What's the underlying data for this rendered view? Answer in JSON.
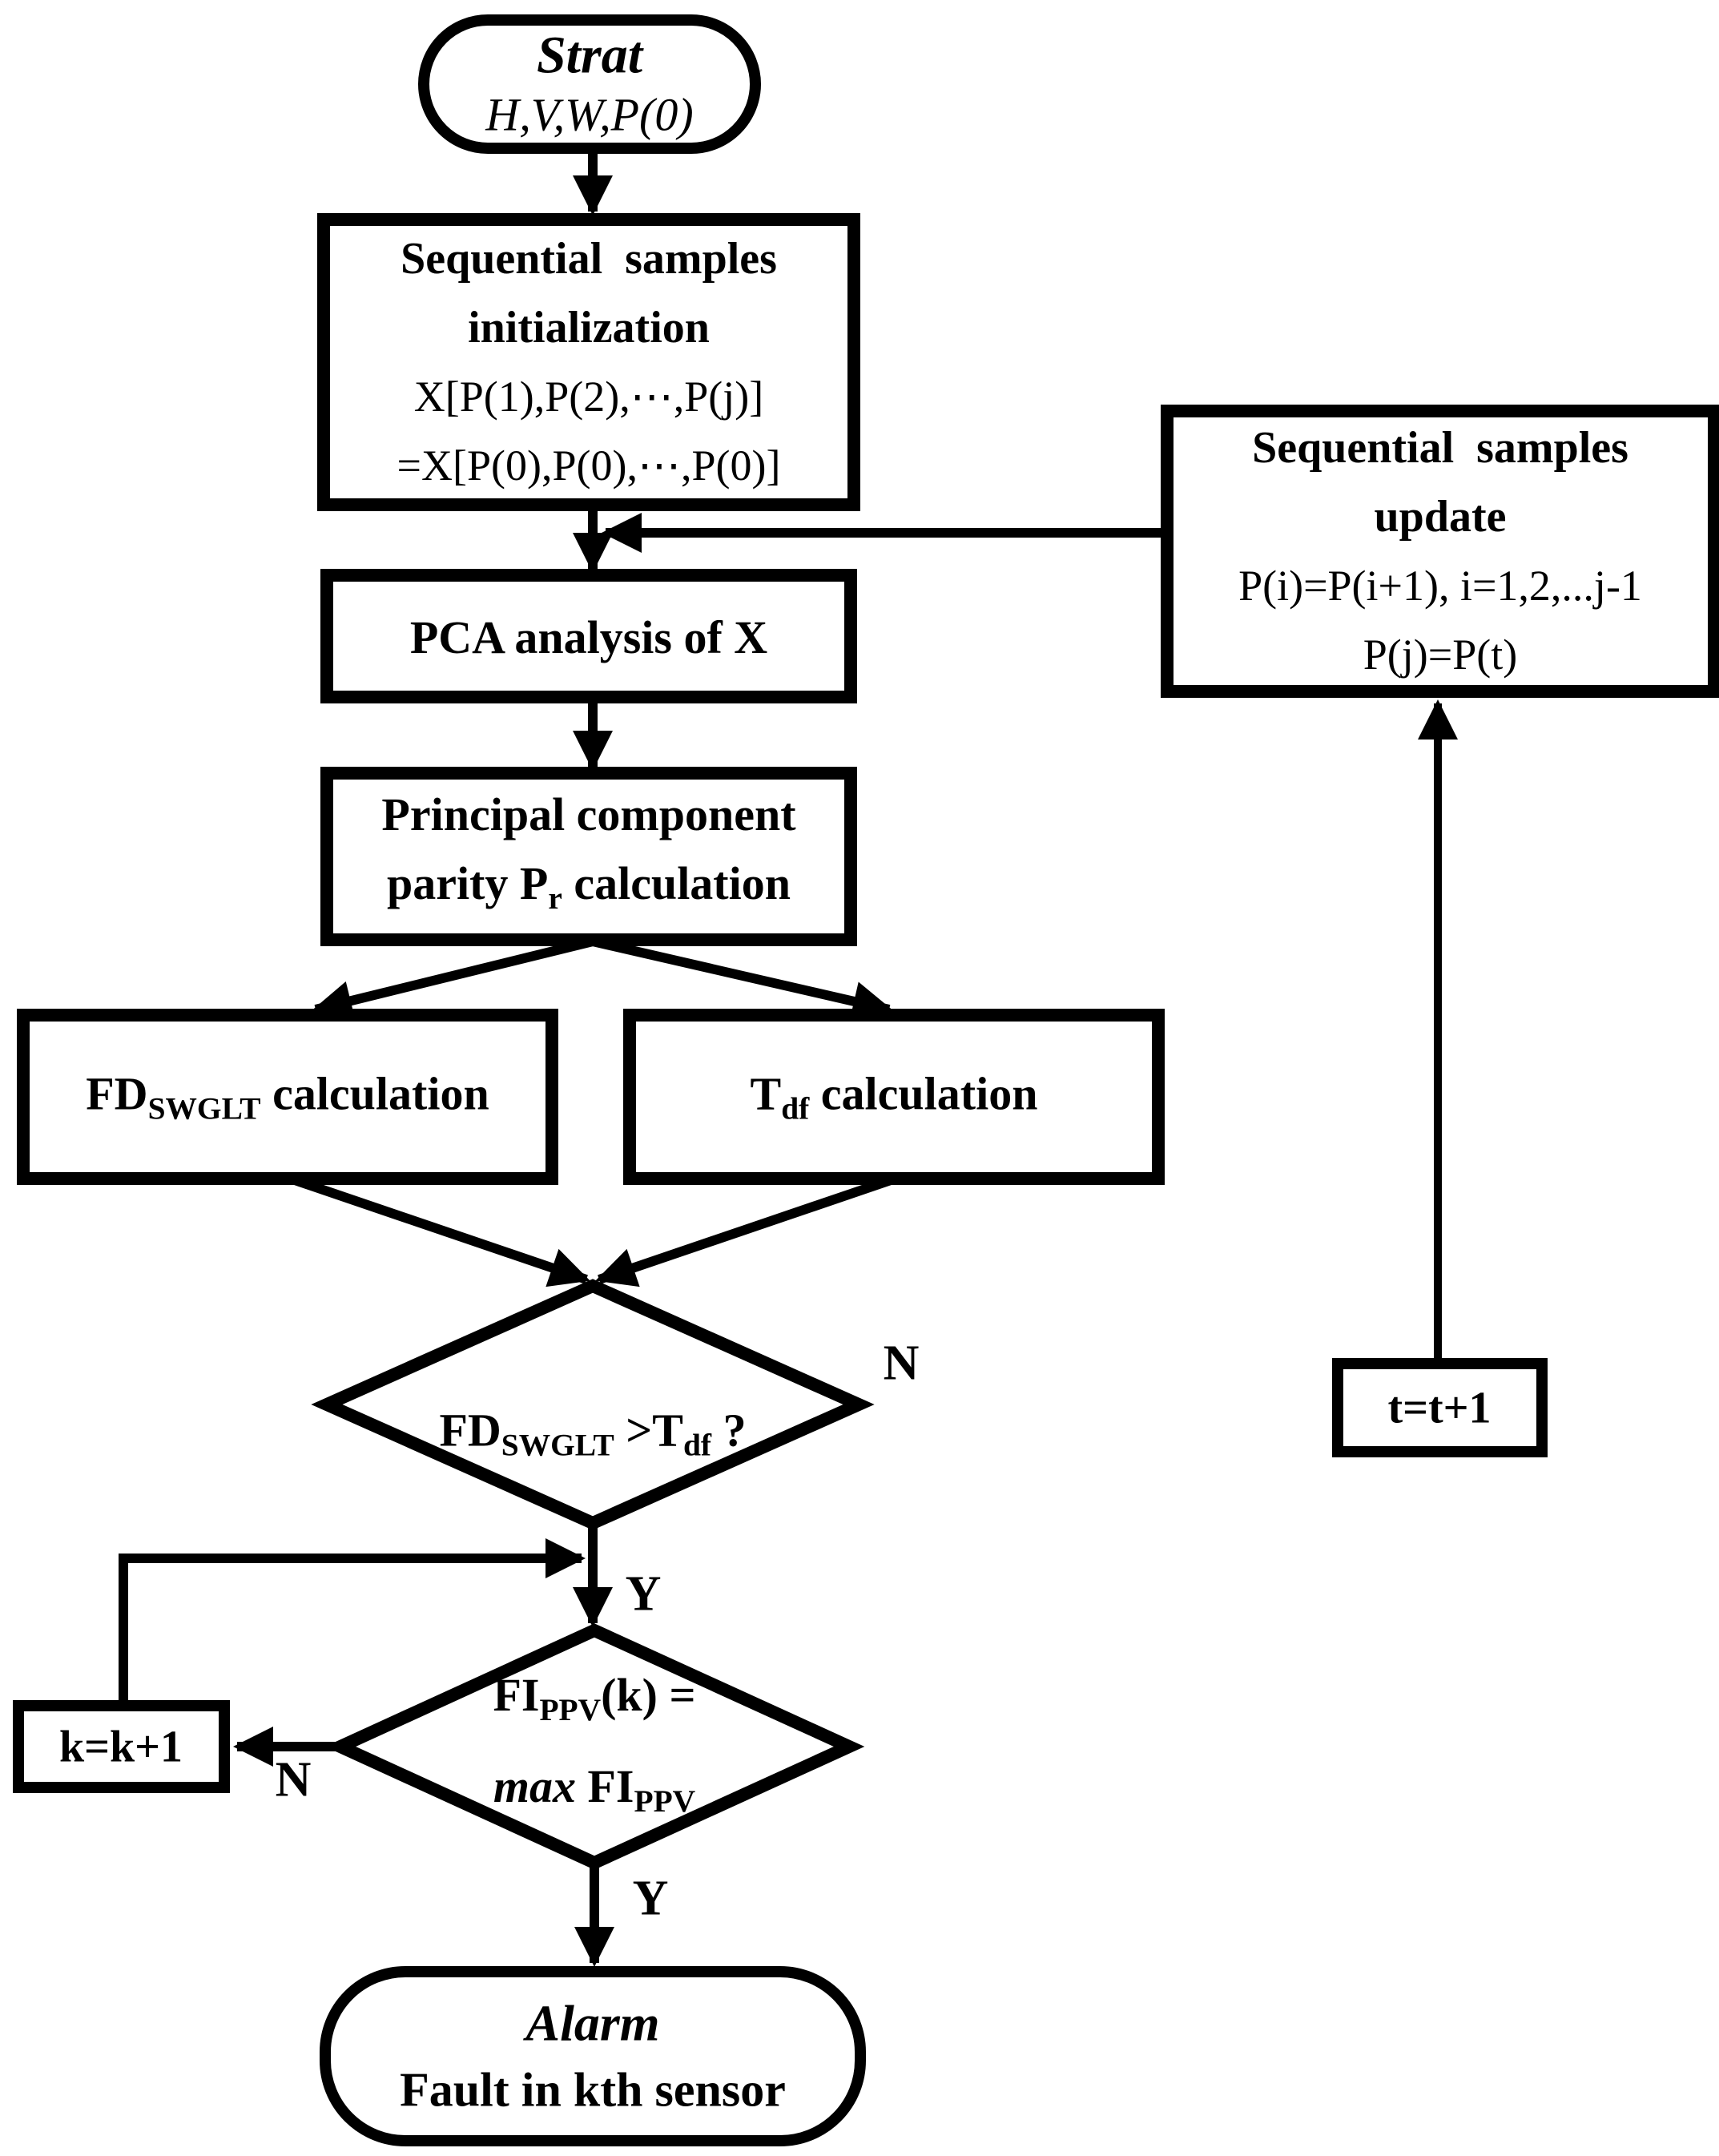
{
  "colors": {
    "background": "#ffffff",
    "ink": "#000000"
  },
  "nodes": {
    "start": {
      "title": "Strat",
      "params": "H,V,W,P(0)"
    },
    "init": {
      "line1": "Sequential samples",
      "line2": "initialization",
      "line3": "X[P(1),P(2),⋯,P(j)]",
      "line4": "=X[P(0),P(0),⋯,P(0)]"
    },
    "update": {
      "line1": "Sequential samples",
      "line2": "update",
      "line3": "P(i)=P(i+1), i=1,2,...j-1",
      "line4": "P(j)=P(t)"
    },
    "pca": {
      "label": "PCA analysis of X"
    },
    "parity": {
      "line1": "Principal component",
      "line2_pre": "parity P",
      "line2_sub": "r",
      "line2_post": " calculation"
    },
    "fd_calc": {
      "pre": "FD",
      "sub": "SWGLT",
      "post": " calculation"
    },
    "td_calc": {
      "pre": "T",
      "sub": "df",
      "post": " calculation"
    },
    "decision1": {
      "pre": "FD",
      "sub1": "SWGLT",
      "mid": " >T",
      "sub2": "df",
      "post": " ?"
    },
    "t_increment": {
      "label": "t=t+1"
    },
    "decision2": {
      "line1_pre": "FI",
      "line1_sub": "PPV",
      "line1_post": "(k) =",
      "line2_italic": "max",
      "line2_pre": " FI",
      "line2_sub": "PPV"
    },
    "k_increment": {
      "label": "k=k+1"
    },
    "alarm": {
      "title": "Alarm",
      "subtitle": "Fault in kth sensor"
    }
  },
  "edge_labels": {
    "decision1_no": "N",
    "decision1_yes": "Y",
    "decision2_no": "N",
    "decision2_yes": "Y"
  }
}
